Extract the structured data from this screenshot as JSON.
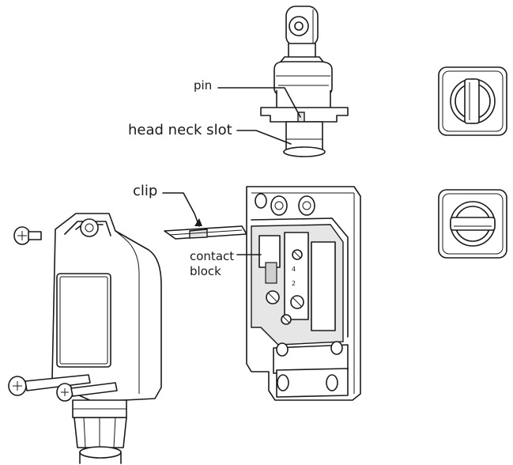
{
  "labels": {
    "pin": "pin",
    "head_neck_slot": "head neck slot",
    "clip": "clip",
    "contact_block_line1": "contact",
    "contact_block_line2": "block"
  },
  "contact_block_markings": {
    "terminal_top": "4",
    "terminal_mid": "2"
  },
  "colors": {
    "line": "#1a1a1a",
    "background": "#ffffff",
    "light_fill": "#e6e6e6",
    "dark_fill": "#cfcfcf"
  }
}
